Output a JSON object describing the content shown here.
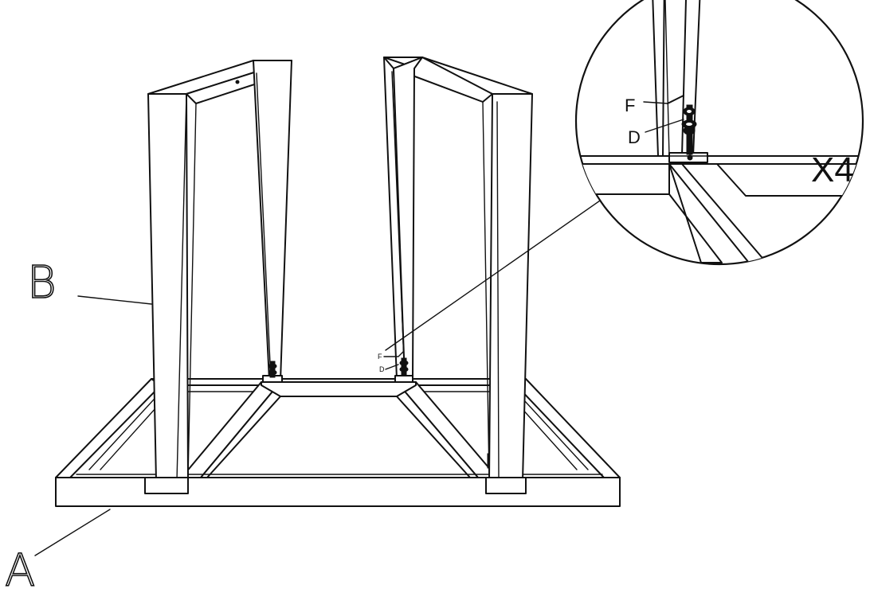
{
  "labels": {
    "frame": "A",
    "legs": "B",
    "multiplier": "X4",
    "bolt": "F",
    "washer": "D",
    "bolt_small": "F",
    "washer_small": "D"
  }
}
